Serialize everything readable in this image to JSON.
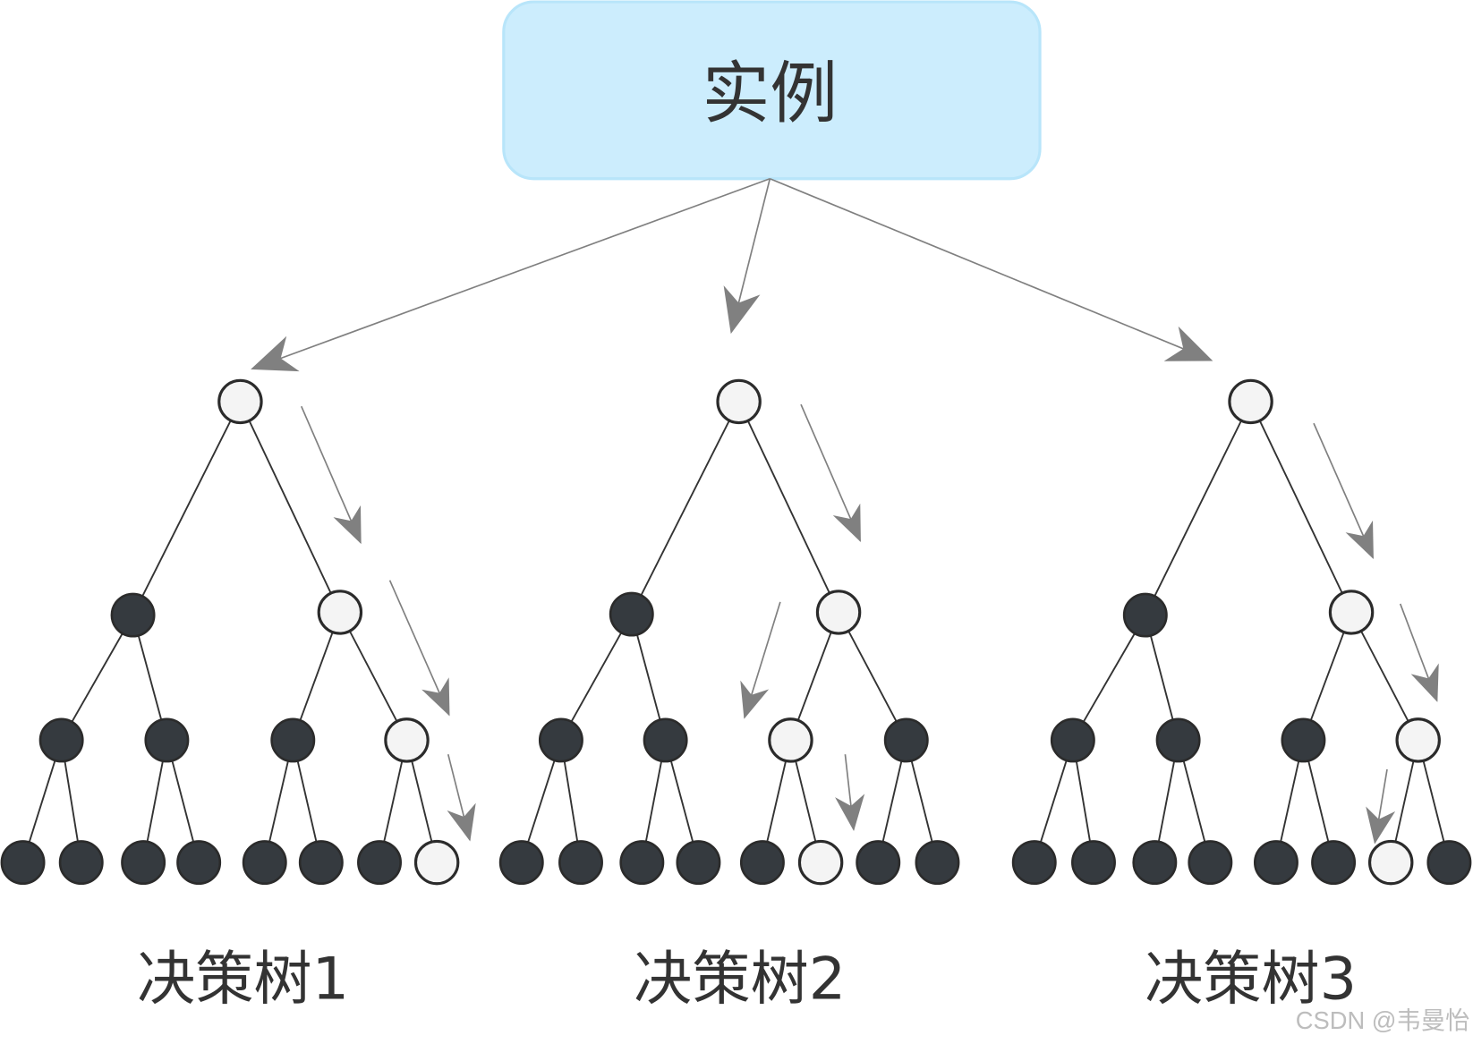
{
  "instance_label": "实例",
  "trees": [
    {
      "label": "决策树1",
      "highlighted": [
        [
          1
        ],
        [
          0,
          1
        ],
        [
          0,
          0,
          0,
          1
        ],
        [
          0,
          0,
          0,
          0,
          0,
          0,
          0,
          1
        ]
      ]
    },
    {
      "label": "决策树2",
      "highlighted": [
        [
          1
        ],
        [
          0,
          1
        ],
        [
          0,
          0,
          1,
          0
        ],
        [
          0,
          0,
          0,
          0,
          0,
          1,
          0,
          0
        ]
      ]
    },
    {
      "label": "决策树3",
      "highlighted": [
        [
          1
        ],
        [
          0,
          1
        ],
        [
          0,
          0,
          0,
          1
        ],
        [
          0,
          0,
          0,
          0,
          0,
          0,
          1,
          0
        ]
      ]
    }
  ],
  "watermark": "CSDN @韦曼怡",
  "colors": {
    "box_fill": "#ccedfd",
    "box_stroke": "#b8e5fa",
    "text": "#333333",
    "arrow": "#808080",
    "edge": "#333333",
    "path_node": "#f4f4f4",
    "other_node": "#353a3f",
    "node_stroke": "#2b2b2b",
    "watermark": "#bdbdbd"
  }
}
